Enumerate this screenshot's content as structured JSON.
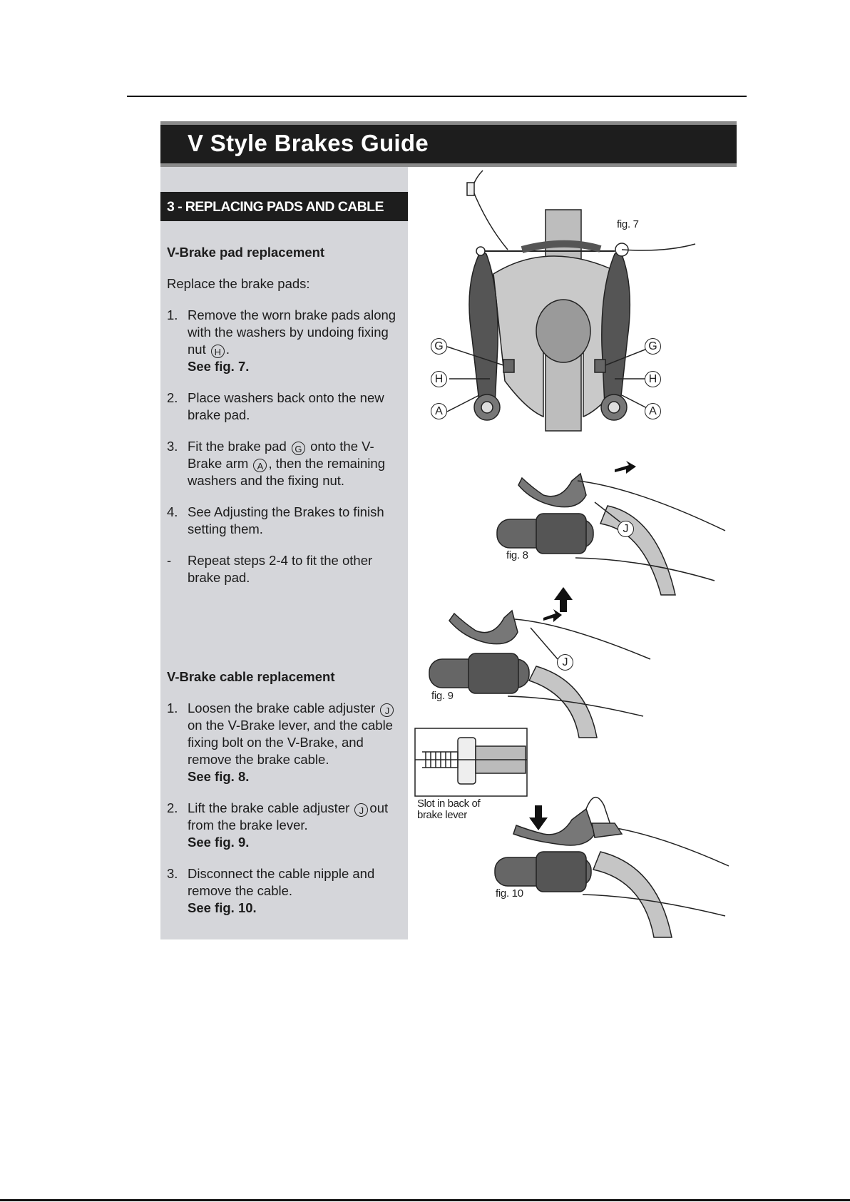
{
  "header": {
    "title": "V Style Brakes Guide"
  },
  "section": {
    "title": "3 - REPLACING PADS AND CABLE"
  },
  "pad": {
    "heading": "V-Brake pad replacement",
    "intro": "Replace the brake pads:",
    "steps": [
      {
        "num": "1.",
        "parts": [
          "Remove the worn brake pads along with the washers by undoing fixing nut ",
          "H",
          "."
        ],
        "ref": "See fig. 7."
      },
      {
        "num": "2.",
        "text": "Place washers back onto the new brake pad."
      },
      {
        "num": "3.",
        "parts": [
          "Fit the brake pad ",
          "G",
          " onto the V-Brake arm ",
          "A",
          ", then the remaining washers and the fixing nut."
        ]
      },
      {
        "num": "4.",
        "text": "See Adjusting the Brakes to finish setting them."
      },
      {
        "num": "-",
        "text": "Repeat steps 2-4 to fit the other brake pad."
      }
    ]
  },
  "cable": {
    "heading": "V-Brake cable replacement",
    "steps": [
      {
        "num": "1.",
        "parts": [
          "Loosen the brake cable adjuster ",
          "J",
          "on the V-Brake lever, and the cable fixing bolt on the V-Brake, and remove the brake cable."
        ],
        "ref": "See fig. 8."
      },
      {
        "num": "2.",
        "parts": [
          "Lift the brake cable adjuster ",
          "J",
          "out from the brake lever."
        ],
        "ref": "See fig. 9."
      },
      {
        "num": "3.",
        "text": "Disconnect the cable nipple and remove the cable.",
        "ref": "See fig. 10."
      }
    ]
  },
  "figures": {
    "fig7": "fig. 7",
    "fig8": "fig. 8",
    "fig9": "fig. 9",
    "fig10": "fig. 10",
    "slot_label_1": "Slot in back of",
    "slot_label_2": "brake lever",
    "callout_g": "G",
    "callout_h": "H",
    "callout_a": "A",
    "callout_j": "J"
  }
}
